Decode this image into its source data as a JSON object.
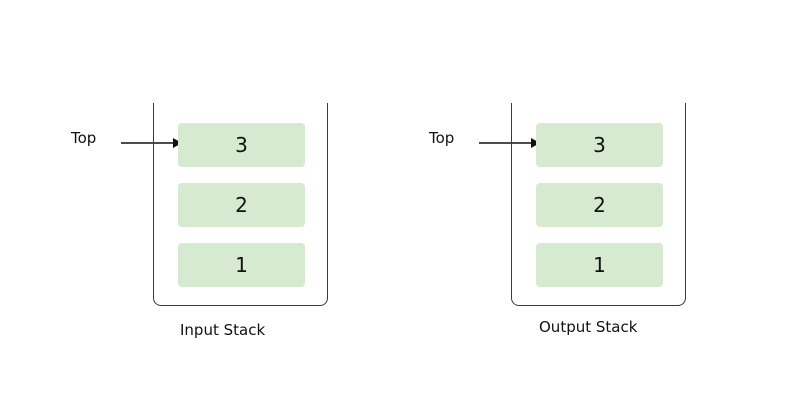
{
  "colors": {
    "item_fill": "#d5ead0",
    "stroke": "#3a3a3a",
    "text": "#111111"
  },
  "input_stack": {
    "label": "Input Stack",
    "top_label": "Top",
    "items": [
      "3",
      "2",
      "1"
    ]
  },
  "output_stack": {
    "label": "Output Stack",
    "top_label": "Top",
    "items": [
      "3",
      "2",
      "1"
    ]
  }
}
